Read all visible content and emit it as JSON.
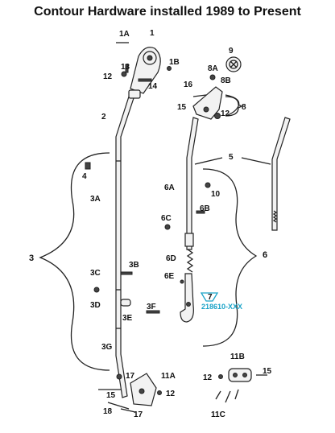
{
  "title": "Contour Hardware installed 1989 to Present",
  "labels": {
    "l1A": "1A",
    "l1": "1",
    "l1B": "1B",
    "l13": "13",
    "l12a": "12",
    "l14": "14",
    "l9": "9",
    "l8A": "8A",
    "l8B": "8B",
    "l16": "16",
    "l8": "8",
    "l15a": "15",
    "l12b": "12",
    "l2": "2",
    "l5": "5",
    "l4": "4",
    "l3A": "3A",
    "l6A": "6A",
    "l10": "10",
    "l6B": "6B",
    "l6C": "6C",
    "l3": "3",
    "l6": "6",
    "l3B": "3B",
    "l6D": "6D",
    "l3C": "3C",
    "l6E": "6E",
    "l7": "7",
    "l3D": "3D",
    "l3E": "3E",
    "l3F": "3F",
    "l3G": "3G",
    "l11B": "11B",
    "l12c": "12",
    "l15b": "15",
    "l17a": "17",
    "l11A": "11A",
    "l15c": "15",
    "l12d": "12",
    "l18": "18",
    "l17b": "17",
    "l11C": "11C"
  },
  "part_number": "218610-XXX",
  "colors": {
    "ink": "#222222",
    "accent": "#1aa3c8"
  }
}
